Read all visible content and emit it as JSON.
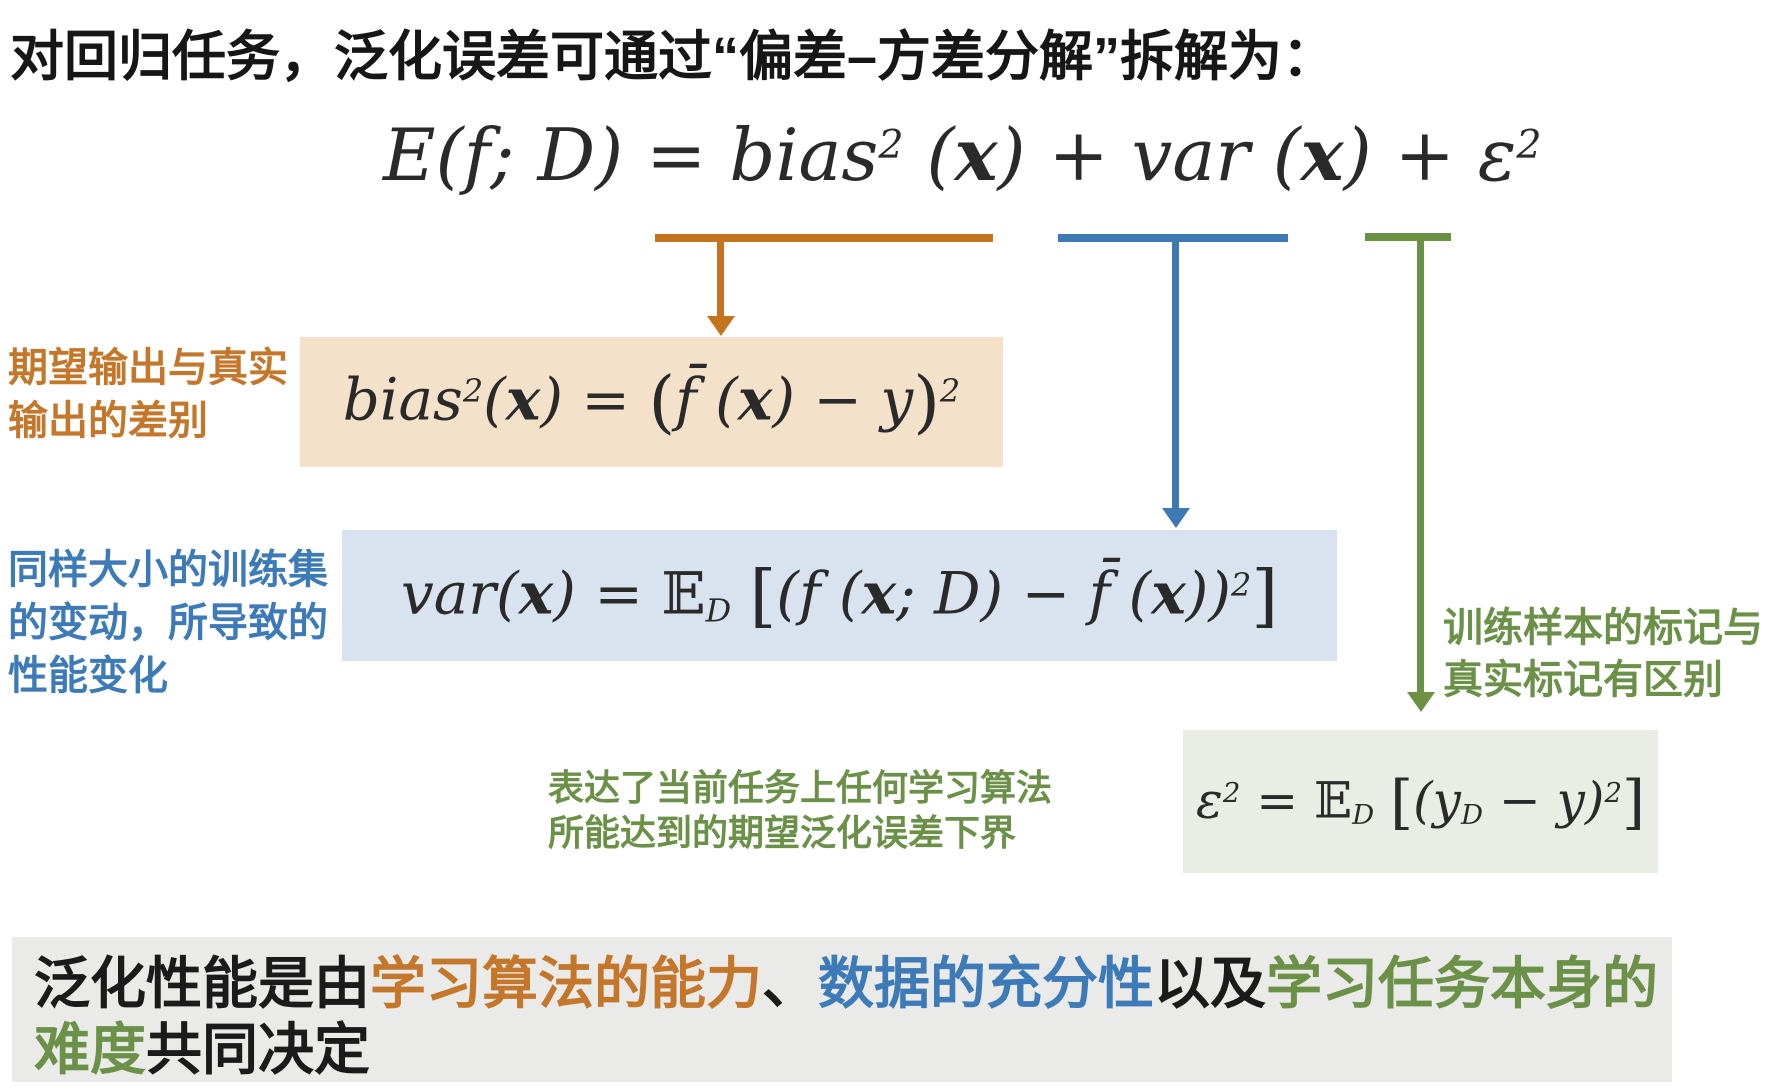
{
  "slide": {
    "title": "对回归任务，泛化误差可通过“偏差–方差分解”拆解为：",
    "main_formula_segments": [
      {
        "t": "E(f; D) = bias"
      },
      {
        "t": "2",
        "c": "sup"
      },
      {
        "t": " ("
      },
      {
        "t": "x",
        "c": "bx"
      },
      {
        "t": ") + var ("
      },
      {
        "t": "x",
        "c": "bx"
      },
      {
        "t": ") + ε"
      },
      {
        "t": "2",
        "c": "sup"
      }
    ],
    "bias": {
      "accent_color": "#c4731f",
      "box_color": "#f4e1c9",
      "label_lines": [
        "期望输出与真实",
        "输出的差别"
      ],
      "formula_segments": [
        {
          "t": "bias"
        },
        {
          "t": "2",
          "c": "sup"
        },
        {
          "t": "("
        },
        {
          "t": "x",
          "c": "bx"
        },
        {
          "t": ") = "
        },
        {
          "t": "(",
          "c": "br"
        },
        {
          "t": "f̄"
        },
        {
          "t": " ("
        },
        {
          "t": "x",
          "c": "bx"
        },
        {
          "t": ") − y"
        },
        {
          "t": ")",
          "c": "br"
        },
        {
          "t": "2",
          "c": "sup"
        }
      ]
    },
    "variance": {
      "accent_color": "#3d7ab3",
      "box_color": "#d9e3ef",
      "label_lines": [
        "同样大小的训练集",
        "的变动，所导致的",
        "性能变化"
      ],
      "formula_segments": [
        {
          "t": "var("
        },
        {
          "t": "x",
          "c": "bx"
        },
        {
          "t": ") = "
        },
        {
          "t": "𝔼",
          "c": "bb"
        },
        {
          "t": "D",
          "c": "sub"
        },
        {
          "t": " "
        },
        {
          "t": "[",
          "c": "br"
        },
        {
          "t": "("
        },
        {
          "t": "f ("
        },
        {
          "t": "x",
          "c": "bx"
        },
        {
          "t": "; D) − "
        },
        {
          "t": "f̄"
        },
        {
          "t": " ("
        },
        {
          "t": "x",
          "c": "bx"
        },
        {
          "t": "))"
        },
        {
          "t": "2",
          "c": "sup"
        },
        {
          "t": "]",
          "c": "br"
        }
      ]
    },
    "noise": {
      "accent_color": "#6b9145",
      "box_color": "#e9ede3",
      "label_lines": [
        "训练样本的标记与",
        "真实标记有区别"
      ],
      "note_lines": [
        "表达了当前任务上任何学习算法",
        "所能达到的期望泛化误差下界"
      ],
      "formula_segments": [
        {
          "t": "ε"
        },
        {
          "t": "2",
          "c": "sup"
        },
        {
          "t": " = "
        },
        {
          "t": "𝔼",
          "c": "bb"
        },
        {
          "t": "D",
          "c": "sub"
        },
        {
          "t": " "
        },
        {
          "t": "[",
          "c": "br"
        },
        {
          "t": "(y"
        },
        {
          "t": "D",
          "c": "sub"
        },
        {
          "t": " − y)"
        },
        {
          "t": "2",
          "c": "sup"
        },
        {
          "t": "]",
          "c": "br"
        }
      ]
    },
    "conclusion": {
      "box_color": "#eaeae8",
      "line1_segments": [
        {
          "t": "泛化性能是由",
          "c": "k"
        },
        {
          "t": "学习算法的能力",
          "c": "o"
        },
        {
          "t": "、",
          "c": "k"
        },
        {
          "t": "数据的充分性",
          "c": "b"
        },
        {
          "t": "以及",
          "c": "k"
        },
        {
          "t": "学习任务本身的",
          "c": "g"
        }
      ],
      "line2_segments": [
        {
          "t": "难度",
          "c": "g"
        },
        {
          "t": "共同决定",
          "c": "k"
        }
      ]
    }
  }
}
